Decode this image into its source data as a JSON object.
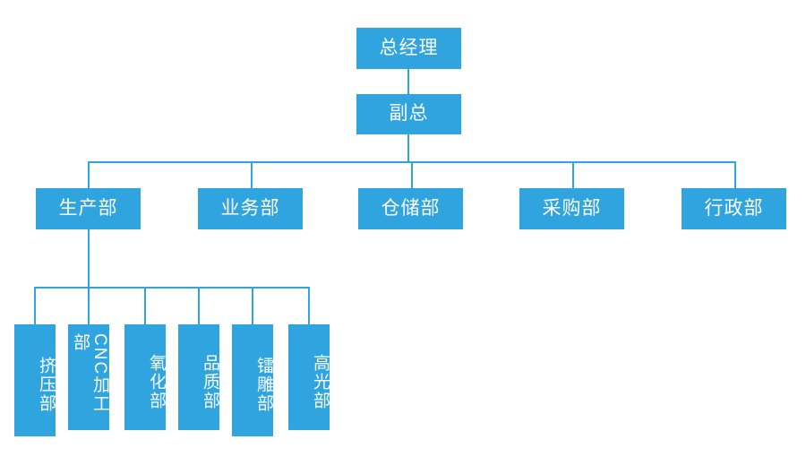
{
  "chart_data": {
    "type": "diagram",
    "subtype": "organizational-chart",
    "title": "",
    "orientation": "top-down",
    "accent_color": "#2FA4DF",
    "background_color": "#FFFFFF",
    "text_color": "#FFFFFF",
    "levels": 4,
    "nodes": [
      {
        "id": "n1",
        "label": "总经理",
        "level": 1,
        "parent": null,
        "text_flow": "horizontal"
      },
      {
        "id": "n2",
        "label": "副总",
        "level": 2,
        "parent": "n1",
        "text_flow": "horizontal"
      },
      {
        "id": "n3",
        "label": "生产部",
        "level": 3,
        "parent": "n2",
        "text_flow": "horizontal"
      },
      {
        "id": "n4",
        "label": "业务部",
        "level": 3,
        "parent": "n2",
        "text_flow": "horizontal"
      },
      {
        "id": "n5",
        "label": "仓储部",
        "level": 3,
        "parent": "n2",
        "text_flow": "horizontal"
      },
      {
        "id": "n6",
        "label": "采购部",
        "level": 3,
        "parent": "n2",
        "text_flow": "horizontal"
      },
      {
        "id": "n7",
        "label": "行政部",
        "level": 3,
        "parent": "n2",
        "text_flow": "horizontal"
      },
      {
        "id": "n8",
        "label": "挤压部",
        "level": 4,
        "parent": "n3",
        "text_flow": "vertical"
      },
      {
        "id": "n9",
        "label": "CNC加工部",
        "level": 4,
        "parent": "n3",
        "text_flow": "vertical"
      },
      {
        "id": "n10",
        "label": "氧化部",
        "level": 4,
        "parent": "n3",
        "text_flow": "vertical"
      },
      {
        "id": "n11",
        "label": "品质部",
        "level": 4,
        "parent": "n3",
        "text_flow": "vertical"
      },
      {
        "id": "n12",
        "label": "镭雕部",
        "level": 4,
        "parent": "n3",
        "text_flow": "vertical"
      },
      {
        "id": "n13",
        "label": "高光部",
        "level": 4,
        "parent": "n3",
        "text_flow": "vertical"
      }
    ]
  },
  "chart": {
    "root": {
      "label": "总经理"
    },
    "deputy": {
      "label": "副总"
    },
    "divisions": [
      {
        "label": "生产部"
      },
      {
        "label": "业务部"
      },
      {
        "label": "仓储部"
      },
      {
        "label": "采购部"
      },
      {
        "label": "行政部"
      }
    ],
    "production_units": [
      {
        "label": "挤压部"
      },
      {
        "label": "CNC加工部"
      },
      {
        "label": "氧化部"
      },
      {
        "label": "品质部"
      },
      {
        "label": "镭雕部"
      },
      {
        "label": "高光部"
      }
    ]
  }
}
